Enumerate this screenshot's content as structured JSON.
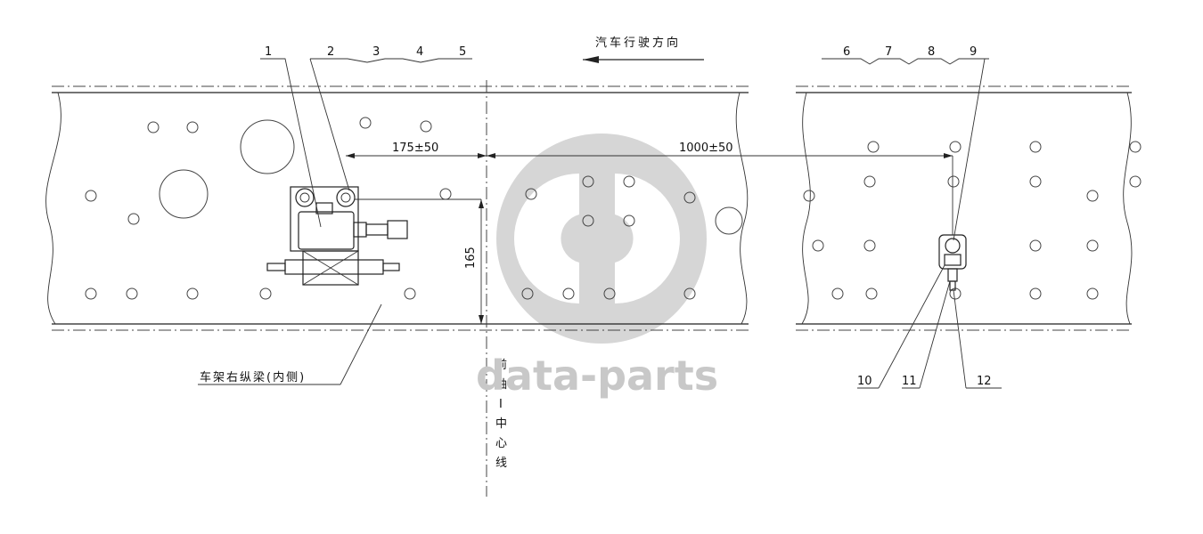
{
  "direction_label": "汽车行驶方向",
  "part_numbers": [
    "1",
    "2",
    "3",
    "4",
    "5",
    "6",
    "7",
    "8",
    "9",
    "10",
    "11",
    "12"
  ],
  "dim_front": "175±50",
  "dim_rear": "1000±50",
  "dim_vertical": "165",
  "frame_label": "车架右纵梁(内侧)",
  "axle_label_chars": [
    "前",
    "轴",
    "I",
    "中",
    "心",
    "线"
  ],
  "watermark": "data-parts",
  "colors": {
    "line": "#222222",
    "watermark": "#c8c8c8"
  }
}
